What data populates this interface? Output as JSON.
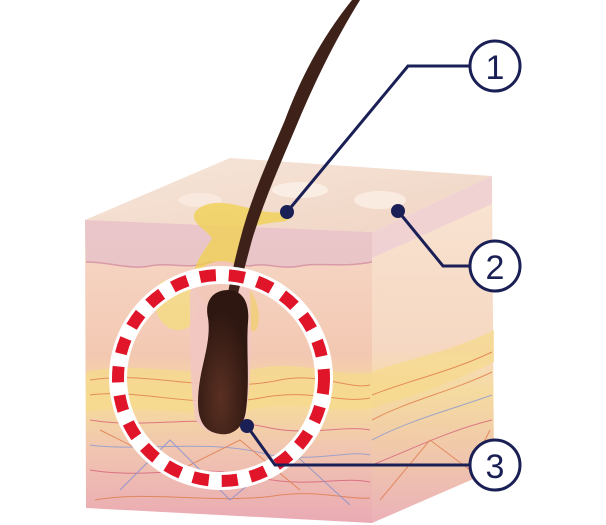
{
  "callouts": [
    {
      "number": "1"
    },
    {
      "number": "2"
    },
    {
      "number": "3"
    }
  ],
  "colors": {
    "navy": "#1a1f55",
    "dash_red": "#e0152a",
    "hair": "#3e2219",
    "skin_top": "#f3dcc9",
    "skin_front": "#f3c9b4",
    "skin_right": "#f6ddc8",
    "epidermis_band": "#e8b7c0",
    "sebum": "#f0d36a",
    "fat_yellow": "#f6d98c",
    "dermis_pink": "#efb7bd"
  }
}
